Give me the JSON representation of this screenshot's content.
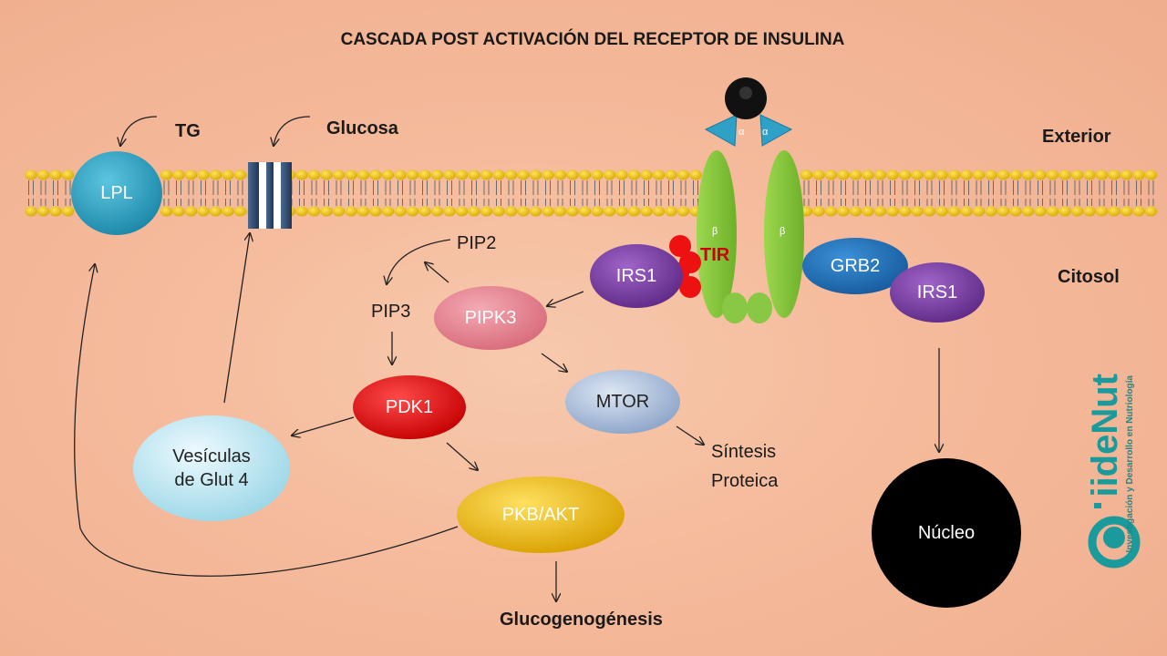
{
  "title": "CASCADA POST ACTIVACIÓN DEL RECEPTOR DE INSULINA",
  "regions": {
    "exterior": "Exterior",
    "citosol": "Citosol"
  },
  "inputs": {
    "tg": "TG",
    "glucosa": "Glucosa"
  },
  "receptor": {
    "alpha": "α",
    "beta": "β",
    "tir": "TIR"
  },
  "nodes": {
    "lpl": "LPL",
    "irs1_left": "IRS1",
    "grb2": "GRB2",
    "irs1_right": "IRS1",
    "pip2": "PIP2",
    "pip3": "PIP3",
    "pipk3": "PIPK3",
    "pdk1": "PDK1",
    "mtor": "MTOR",
    "glut4_line1": "Vesículas",
    "glut4_line2": "de Glut 4",
    "pkb": "PKB/AKT",
    "sintesis_line1": "Síntesis",
    "sintesis_line2": "Proteica",
    "glucogenogenesis": "Glucogenogénesis",
    "nucleo": "Núcleo"
  },
  "logo": {
    "name": "iideNut",
    "tagline": "Investigación y Desarrollo en Nutriología"
  },
  "colors": {
    "lipid_head": "#f2c400",
    "lpl": "#2aa0c0",
    "receptor": "#8cc63f",
    "irs1": "#7b3fa0",
    "grb2": "#1e6fb8",
    "pipk3": "#e88c98",
    "pdk1": "#e81818",
    "mtor": "#a8bcd8",
    "glut4": "#bfe8f0",
    "pkb": "#f0c000",
    "nucleo": "#000000",
    "tir": "#cc0000",
    "logo": "#1a9a9a"
  }
}
